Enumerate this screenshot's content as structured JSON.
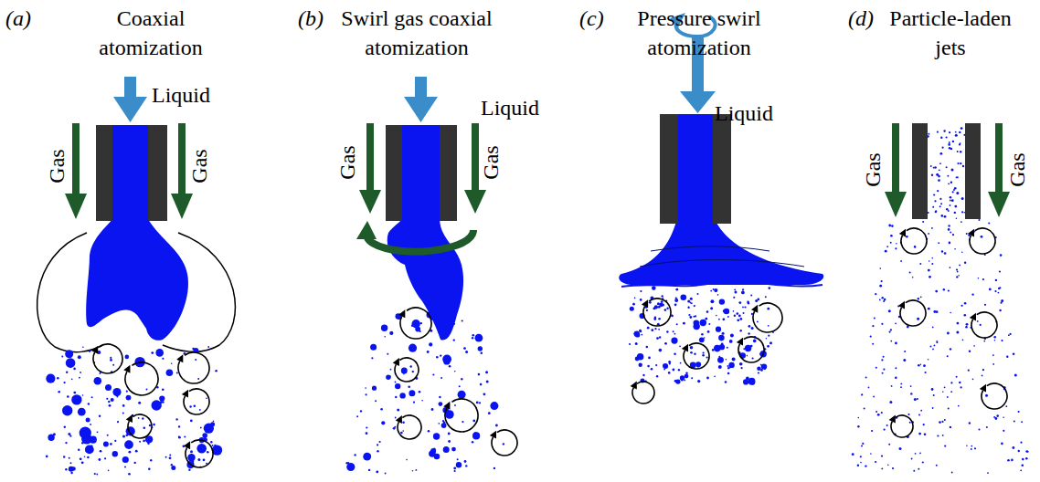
{
  "diagram": {
    "labels": [
      "(a)",
      "Coaxial atomization",
      "Liquid",
      "Gas",
      "Gas",
      "(b)",
      "Swirl gas coaxial atomization",
      "Liquid",
      "Gas",
      "Gas",
      "(c)",
      "Pressure swirl atomization",
      "Liquid",
      "(d)",
      "Particle-laden jets",
      "Gas",
      "Gas"
    ]
  }
}
